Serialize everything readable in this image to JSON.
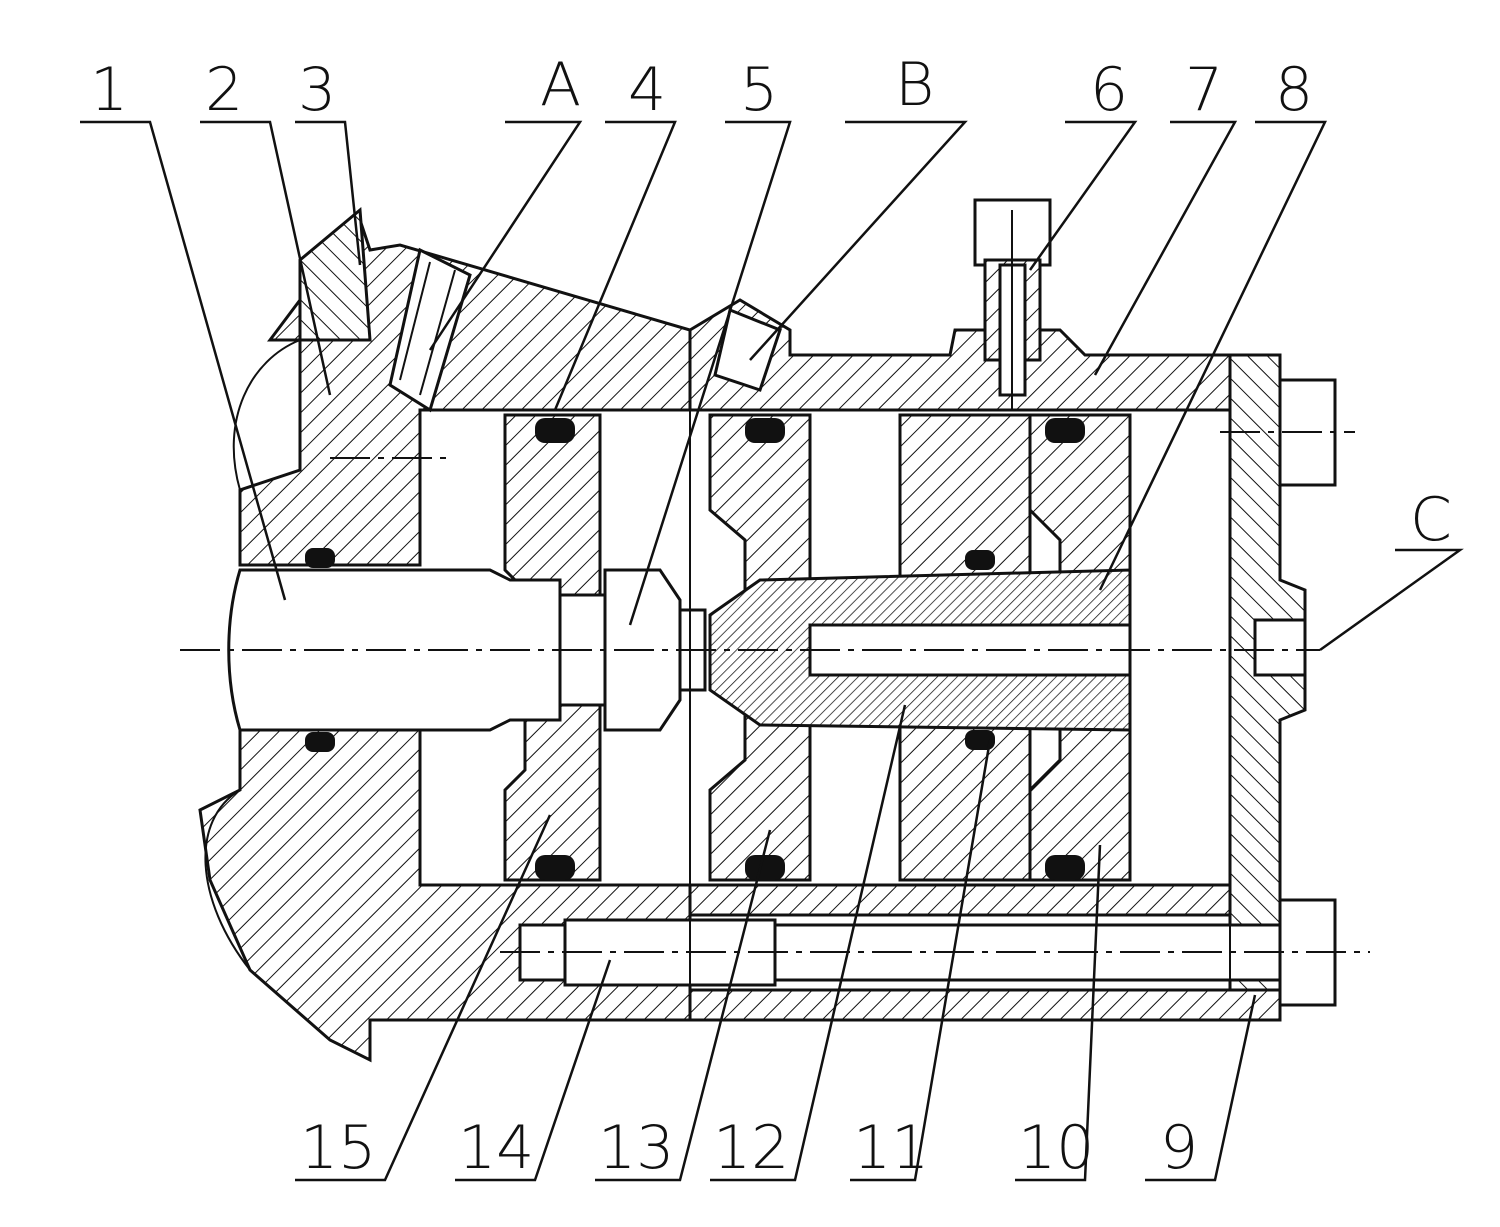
{
  "title": "",
  "labels_top": [
    {
      "id": "1",
      "text": "1"
    },
    {
      "id": "2",
      "text": "2"
    },
    {
      "id": "3",
      "text": "3"
    },
    {
      "id": "A",
      "text": "A"
    },
    {
      "id": "4",
      "text": "4"
    },
    {
      "id": "5",
      "text": "5"
    },
    {
      "id": "B",
      "text": "B"
    },
    {
      "id": "6",
      "text": "6"
    },
    {
      "id": "7",
      "text": "7"
    },
    {
      "id": "8",
      "text": "8"
    }
  ],
  "labels_right": [
    {
      "id": "C",
      "text": "C"
    }
  ],
  "labels_bottom": [
    {
      "id": "15",
      "text": "15"
    },
    {
      "id": "14",
      "text": "14"
    },
    {
      "id": "13",
      "text": "13"
    },
    {
      "id": "12",
      "text": "12"
    },
    {
      "id": "11",
      "text": "11"
    },
    {
      "id": "10",
      "text": "10"
    },
    {
      "id": "9",
      "text": "9"
    }
  ],
  "colors": {
    "line": "#111111",
    "background": "#ffffff"
  }
}
